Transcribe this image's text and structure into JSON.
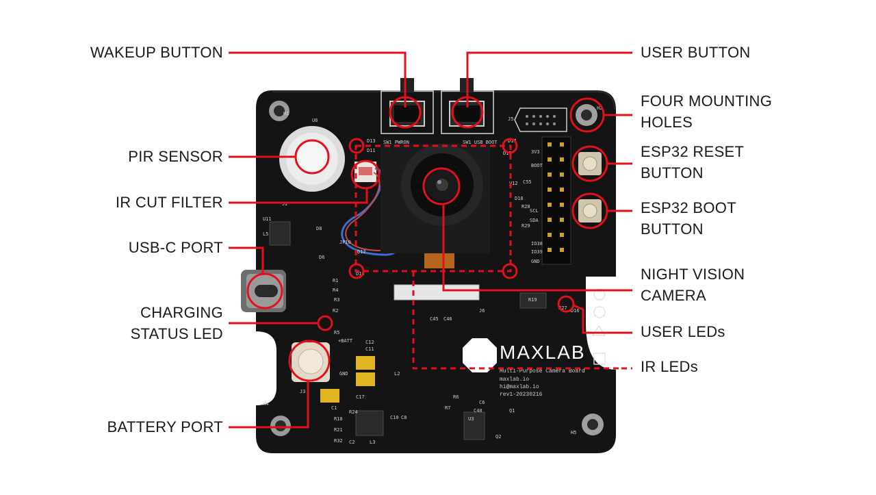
{
  "accent_color": "#e3101b",
  "board": {
    "brand": "MAXLAB",
    "subtitle": "Multi-Purpose Camera Board",
    "website": "maxlab.io",
    "email": "hi@maxlab.io",
    "revision": "rev1-20230216",
    "silkscreen": [
      "U6",
      "H1",
      "SW1 PWRON",
      "SW1 USB BOOT",
      "J5",
      "D13",
      "D11",
      "D15",
      "D17",
      "U12",
      "C55",
      "D18",
      "R28",
      "R29",
      "SCL",
      "SDA",
      "IO38",
      "IO39",
      "GND",
      "3V3",
      "BOOT",
      "J2",
      "U11",
      "L5",
      "D8",
      "D6",
      "R1",
      "R4",
      "R3",
      "R2",
      "R5",
      "+BATT",
      "GND",
      "J3",
      "C12",
      "C11",
      "C1",
      "C2",
      "R18",
      "R21",
      "R32",
      "L2",
      "C17",
      "C10",
      "C8",
      "J6",
      "C45",
      "C46",
      "C40",
      "R6",
      "C6",
      "U3",
      "R7",
      "Q1",
      "Q2",
      "R19",
      "R27",
      "D16",
      "D12",
      "D10",
      "JP10",
      "H4",
      "H5",
      "H2",
      "L3",
      "R24"
    ]
  },
  "labels": {
    "wakeup_button": "WAKEUP BUTTON",
    "pir_sensor": "PIR SENSOR",
    "ir_cut_filter": "IR CUT FILTER",
    "usbc_port": "USB-C PORT",
    "charging_status_led": [
      "CHARGING",
      "STATUS LED"
    ],
    "battery_port": "BATTERY PORT",
    "user_button": "USER BUTTON",
    "four_mounting_holes": [
      "FOUR MOUNTING",
      "HOLES"
    ],
    "esp32_reset_button": [
      "ESP32 RESET",
      "BUTTON"
    ],
    "esp32_boot_button": [
      "ESP32 BOOT",
      "BUTTON"
    ],
    "night_vision_camera": [
      "NIGHT VISION",
      "CAMERA"
    ],
    "user_leds": "USER LEDs",
    "ir_leds": "IR LEDs"
  }
}
